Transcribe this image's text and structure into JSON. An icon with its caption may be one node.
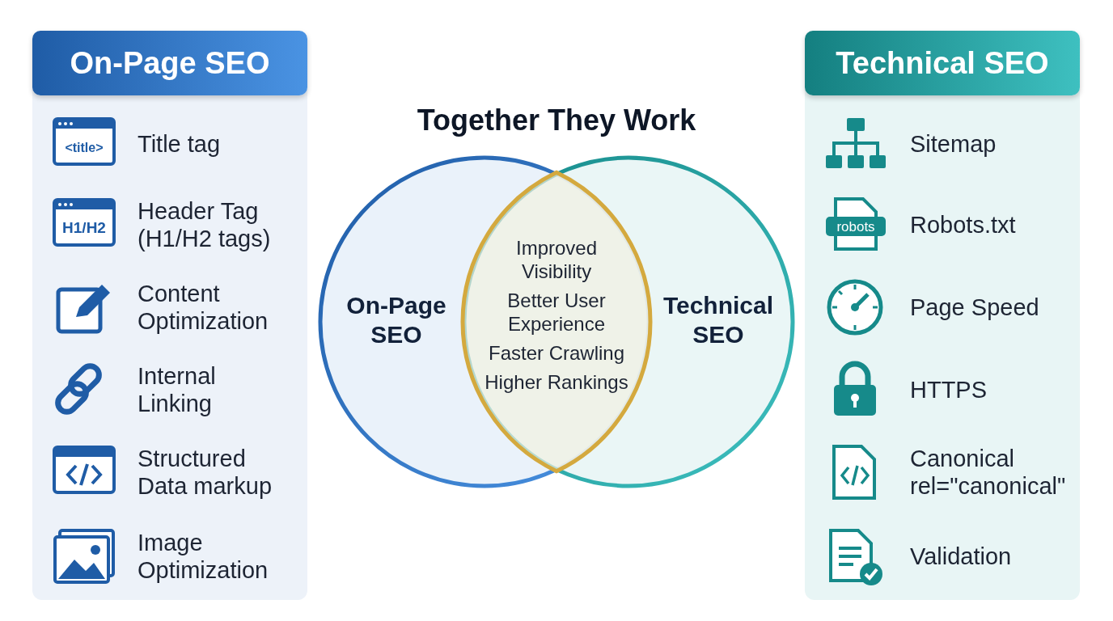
{
  "diagram": {
    "title": "Together They Work",
    "nodes": [
      {
        "text": [
          "On-Page SEO"
        ]
      },
      {
        "text": [
          "Title tag"
        ],
        "in": 0
      },
      {
        "text": [
          "Header Tag (H1/H2 tags)"
        ],
        "in": 0
      },
      {
        "text": [
          "Content Optimization"
        ],
        "in": 0
      },
      {
        "text": [
          "Internal Linking"
        ],
        "in": 0
      },
      {
        "text": [
          "Structured Data markup"
        ],
        "in": 0
      },
      {
        "text": [
          "Image Optimization"
        ],
        "in": 0
      },
      {
        "text": [
          "On-Page SEO"
        ]
      },
      {
        "text": [
          "Technical SEO"
        ]
      },
      {
        "text": [
          "Improved Visibility",
          "Better User Experience",
          "Faster Crawling",
          "Higher Rankings"
        ]
      },
      {
        "text": [
          "Technical SEO"
        ]
      },
      {
        "text": [
          "Sitemap"
        ],
        "in": 10
      },
      {
        "text": [
          "Robots.txt"
        ],
        "in": 10
      },
      {
        "text": [
          "Page Speed"
        ],
        "in": 10
      },
      {
        "text": [
          "HTTPS"
        ],
        "in": 10
      },
      {
        "text": [
          "Canonical rel=\"canonical\""
        ],
        "in": 10
      },
      {
        "text": [
          "Validation"
        ],
        "in": 10
      }
    ],
    "edges": [],
    "labels": [
      "<title>",
      "H1/H2",
      "robots"
    ]
  }
}
